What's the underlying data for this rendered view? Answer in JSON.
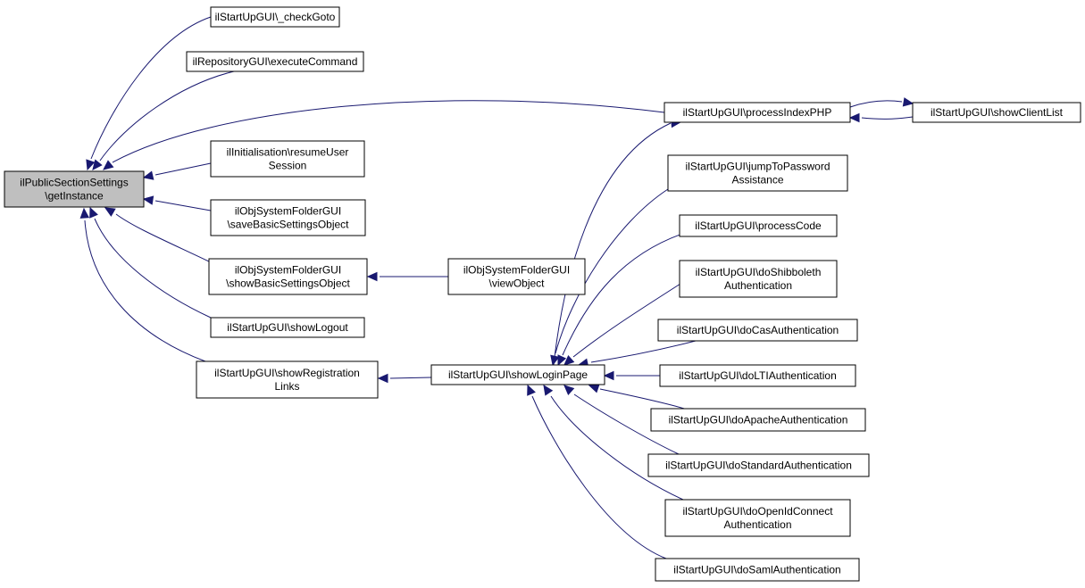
{
  "graph": {
    "nodes": {
      "root": [
        "ilPublicSectionSettings",
        "\\getInstance"
      ],
      "checkGoto": [
        "ilStartUpGUI\\_checkGoto"
      ],
      "executeCommand": [
        "ilRepositoryGUI\\executeCommand"
      ],
      "resumeUserSession": [
        "ilInitialisation\\resumeUser",
        "Session"
      ],
      "saveBasicSettingsObject": [
        "ilObjSystemFolderGUI",
        "\\saveBasicSettingsObject"
      ],
      "showBasicSettingsObject": [
        "ilObjSystemFolderGUI",
        "\\showBasicSettingsObject"
      ],
      "showLogout": [
        "ilStartUpGUI\\showLogout"
      ],
      "showRegistrationLinks": [
        "ilStartUpGUI\\showRegistration",
        "Links"
      ],
      "viewObject": [
        "ilObjSystemFolderGUI",
        "\\viewObject"
      ],
      "showLoginPage": [
        "ilStartUpGUI\\showLoginPage"
      ],
      "processIndexPHP": [
        "ilStartUpGUI\\processIndexPHP"
      ],
      "showClientList": [
        "ilStartUpGUI\\showClientList"
      ],
      "jumpToPasswordAssistance": [
        "ilStartUpGUI\\jumpToPassword",
        "Assistance"
      ],
      "processCode": [
        "ilStartUpGUI\\processCode"
      ],
      "doShibbolethAuthentication": [
        "ilStartUpGUI\\doShibboleth",
        "Authentication"
      ],
      "doCasAuthentication": [
        "ilStartUpGUI\\doCasAuthentication"
      ],
      "doLTIAuthentication": [
        "ilStartUpGUI\\doLTIAuthentication"
      ],
      "doApacheAuthentication": [
        "ilStartUpGUI\\doApacheAuthentication"
      ],
      "doStandardAuthentication": [
        "ilStartUpGUI\\doStandardAuthentication"
      ],
      "doOpenIdConnectAuthentication": [
        "ilStartUpGUI\\doOpenIdConnect",
        "Authentication"
      ],
      "doSamlAuthentication": [
        "ilStartUpGUI\\doSamlAuthentication"
      ]
    },
    "edges": [
      [
        "checkGoto",
        "root"
      ],
      [
        "executeCommand",
        "root"
      ],
      [
        "processIndexPHP",
        "root"
      ],
      [
        "resumeUserSession",
        "root"
      ],
      [
        "saveBasicSettingsObject",
        "root"
      ],
      [
        "showBasicSettingsObject",
        "root"
      ],
      [
        "showLogout",
        "root"
      ],
      [
        "showRegistrationLinks",
        "root"
      ],
      [
        "viewObject",
        "showBasicSettingsObject"
      ],
      [
        "showLoginPage",
        "showRegistrationLinks"
      ],
      [
        "showLoginPage",
        "processIndexPHP"
      ],
      [
        "showClientList",
        "processIndexPHP"
      ],
      [
        "processIndexPHP",
        "showClientList"
      ],
      [
        "jumpToPasswordAssistance",
        "showLoginPage"
      ],
      [
        "processCode",
        "showLoginPage"
      ],
      [
        "doShibbolethAuthentication",
        "showLoginPage"
      ],
      [
        "doCasAuthentication",
        "showLoginPage"
      ],
      [
        "doLTIAuthentication",
        "showLoginPage"
      ],
      [
        "doApacheAuthentication",
        "showLoginPage"
      ],
      [
        "doStandardAuthentication",
        "showLoginPage"
      ],
      [
        "doOpenIdConnectAuthentication",
        "showLoginPage"
      ],
      [
        "doSamlAuthentication",
        "showLoginPage"
      ]
    ],
    "colors": {
      "edge": "#191970",
      "root_fill": "#bfbfbf",
      "node_fill": "#ffffff",
      "node_border": "#000000"
    }
  }
}
